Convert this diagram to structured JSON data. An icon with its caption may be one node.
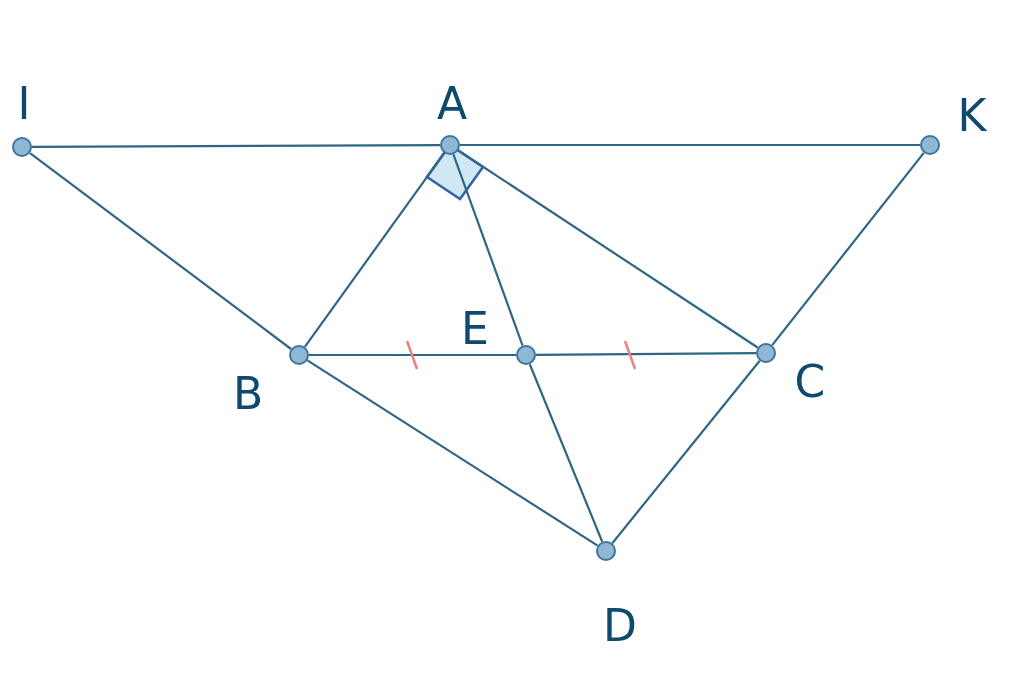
{
  "diagram": {
    "nodes": [
      {
        "text": [
          "I"
        ]
      },
      {
        "text": [
          "A"
        ]
      },
      {
        "text": [
          "K"
        ]
      },
      {
        "text": [
          "B"
        ]
      },
      {
        "text": [
          "E"
        ]
      },
      {
        "text": [
          "C"
        ]
      },
      {
        "text": [
          "D"
        ]
      }
    ],
    "edges": [
      {
        "from": 0,
        "to": 1,
        "arrow": "none"
      },
      {
        "from": 1,
        "to": 2,
        "arrow": "none"
      },
      {
        "from": 0,
        "to": 3,
        "arrow": "none"
      },
      {
        "from": 1,
        "to": 3,
        "arrow": "none"
      },
      {
        "from": 1,
        "to": 4,
        "arrow": "none"
      },
      {
        "from": 1,
        "to": 5,
        "arrow": "none"
      },
      {
        "from": 2,
        "to": 5,
        "arrow": "none"
      },
      {
        "from": 3,
        "to": 4,
        "arrow": "none"
      },
      {
        "from": 4,
        "to": 5,
        "arrow": "none"
      },
      {
        "from": 3,
        "to": 6,
        "arrow": "none"
      },
      {
        "from": 4,
        "to": 6,
        "arrow": "none"
      },
      {
        "from": 5,
        "to": 6,
        "arrow": "none"
      }
    ]
  }
}
